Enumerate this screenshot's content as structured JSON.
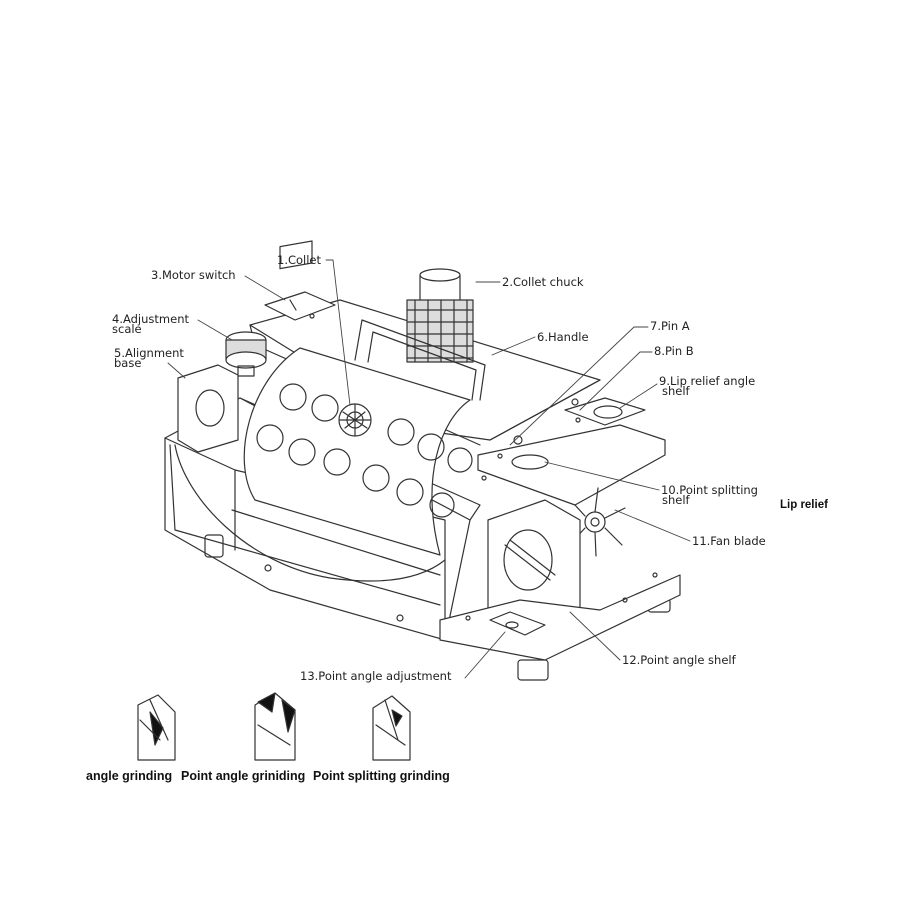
{
  "labels": {
    "collet": "1.Collet",
    "collet_chuck": "2.Collet chuck",
    "motor_switch": "3.Motor switch",
    "adjustment_scale_l1": "4.Adjustment",
    "adjustment_scale_l2": "scale",
    "alignment_base_l1": "5.Alignment",
    "alignment_base_l2": "base",
    "handle": "6.Handle",
    "pin_a": "7.Pin A",
    "pin_b": "8.Pin B",
    "lip_relief_shelf_l1": "9.Lip relief angle",
    "lip_relief_shelf_l2": "shelf",
    "point_splitting_shelf_l1": "10.Point splitting",
    "point_splitting_shelf_l2": "shelf",
    "fan_blade": "11.Fan blade",
    "point_angle_shelf": "12.Point angle shelf",
    "point_angle_adjustment": "13.Point angle adjustment"
  },
  "captions": {
    "lip_relief": "Lip relief",
    "angle_grinding": "angle grinding",
    "point_angle_grinding": "Point angle griniding",
    "point_splitting_grinding": "Point splitting grinding"
  }
}
